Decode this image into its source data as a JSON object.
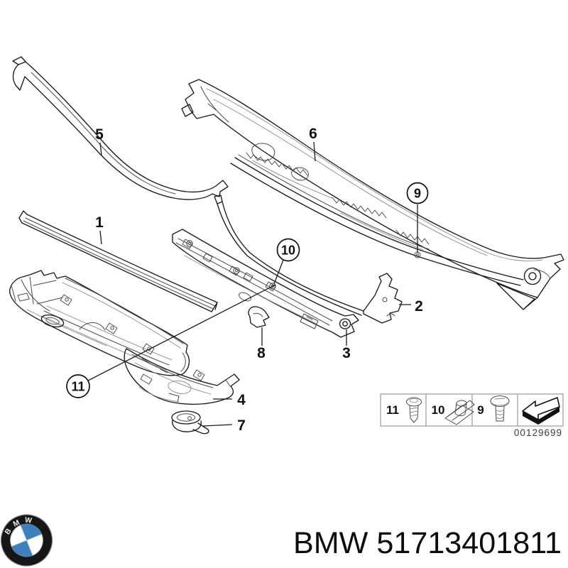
{
  "diagram": {
    "callouts": [
      {
        "label": "1"
      },
      {
        "label": "2"
      },
      {
        "label": "3"
      },
      {
        "label": "4"
      },
      {
        "label": "5"
      },
      {
        "label": "6"
      },
      {
        "label": "7"
      },
      {
        "label": "8"
      },
      {
        "label": "9"
      },
      {
        "label": "10"
      },
      {
        "label": "11"
      }
    ],
    "legend": {
      "items": [
        {
          "label": "11",
          "icon": "pan-head-screw-icon"
        },
        {
          "label": "10",
          "icon": "sheet-metal-nut-icon"
        },
        {
          "label": "9",
          "icon": "self-tapping-screw-icon"
        },
        {
          "label": "",
          "icon": "direction-arrow-icon"
        }
      ],
      "image_number": "00129699"
    }
  },
  "footer": {
    "logo_letters": "BMW",
    "part_title": "BMW 51713401811"
  },
  "colors": {
    "line_color": "#1b1b1b",
    "bmw_blue": "#3e7fbe",
    "legend_border": "#999999",
    "background": "#ffffff"
  }
}
